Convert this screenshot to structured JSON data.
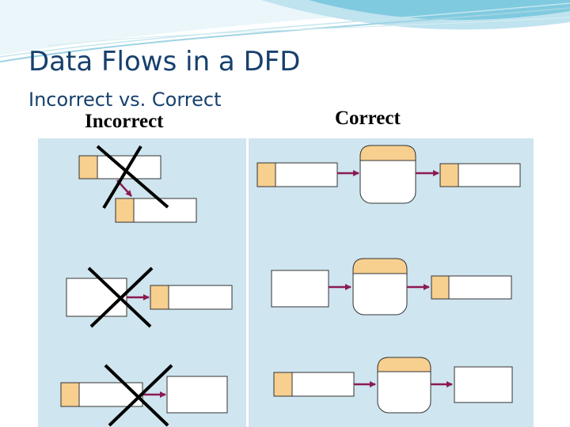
{
  "slide": {
    "title": "Data Flows in a DFD",
    "subtitle": "Incorrect vs. Correct"
  },
  "panels": {
    "incorrect_label": "Incorrect",
    "correct_label": "Correct"
  },
  "colors": {
    "title": "#17406d",
    "panel_background": "#cfe5ef",
    "data_store_id": "#f7cf8f",
    "process_header": "#f7cf8f",
    "flow_arrow": "#8b1a54",
    "cross": "#000000"
  }
}
